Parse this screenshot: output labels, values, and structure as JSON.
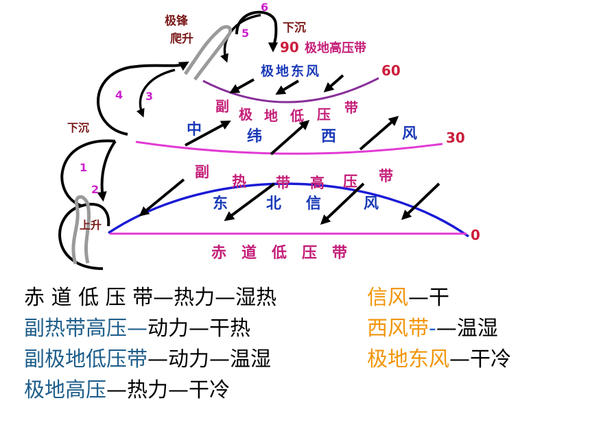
{
  "diagram": {
    "left_labels": {
      "polar_front": "极锋",
      "climb": "爬升",
      "sink_top": "下沉",
      "sink_mid": "下沉",
      "rise": "上升"
    },
    "cell_numbers": [
      "1",
      "2",
      "3",
      "4",
      "5",
      "6"
    ],
    "latitudes": [
      "90",
      "60",
      "30",
      "0"
    ],
    "polar_high": "极地高压带",
    "polar_east": "极地东风",
    "subpolar_low_chars": [
      "副",
      "极",
      "地",
      "低",
      "压",
      "带"
    ],
    "westerly_chars": [
      "中",
      "纬",
      "西",
      "风"
    ],
    "subtropical_high_chars": [
      "副",
      "热",
      "带",
      "高",
      "压",
      "带"
    ],
    "trade_wind_chars": [
      "东",
      "北",
      "信",
      "风"
    ],
    "equatorial_low_chars": [
      "赤",
      "道",
      "低",
      "压",
      "带"
    ],
    "colors": {
      "circle": "#1a1ad6",
      "latitude_label": "#cc1e3c",
      "pressure_belt": "#e23ad4",
      "pressure_text": "#c41e78",
      "wind_text": "#1a3ab8",
      "subpolar_line": "#882f9a",
      "cell_label": "#7a1a1a",
      "cell_number": "#cc22cc"
    }
  },
  "legend": {
    "left": [
      {
        "name": "赤 道 低 压 带",
        "sep1": "—",
        "cause": "热力",
        "sep2": "—",
        "nature": "湿热"
      },
      {
        "name": "副热带高压",
        "sep1": "—",
        "cause": "动力",
        "sep2": "—",
        "nature": "干热"
      },
      {
        "name": "副极地低压带",
        "sep1": "—",
        "cause": "动力",
        "sep2": "—",
        "nature": "温湿"
      },
      {
        "name": "极地高压",
        "sep1": "—",
        "cause": "热力",
        "sep2": "—",
        "nature": "干冷"
      }
    ],
    "right": [
      {
        "name": "信风",
        "sep": "—",
        "nature": "干"
      },
      {
        "name": "西风带",
        "dash": "-",
        "sep": "—",
        "nature": "温湿"
      },
      {
        "name": "极地东风",
        "sep": "—",
        "nature": "干冷"
      }
    ],
    "colors": {
      "belt_name": "#1f5f8b",
      "wind_name": "#f2950a",
      "blue_dash": "#1e64d2",
      "text": "#000000"
    }
  }
}
